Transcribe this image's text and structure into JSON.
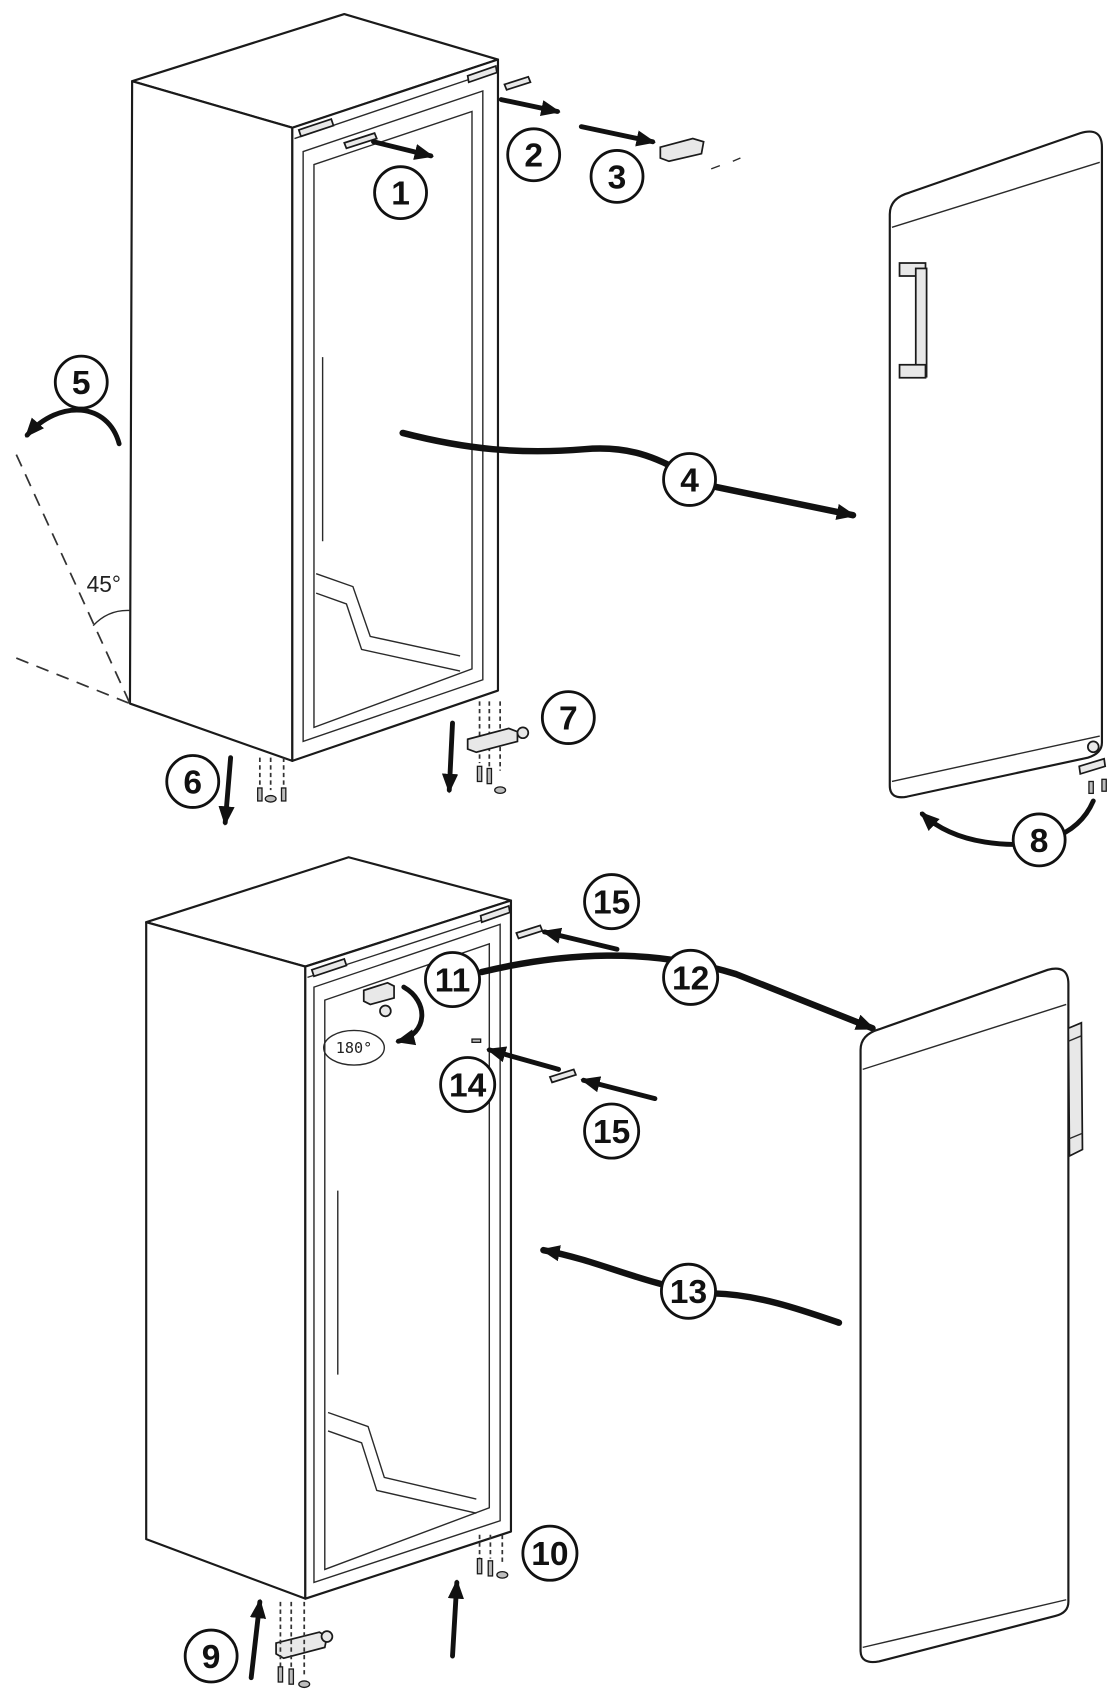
{
  "upper_assembly": {
    "step_labels": [
      "1",
      "2",
      "3",
      "4",
      "5",
      "6",
      "7",
      "8"
    ],
    "tilt_angle_label": "45°"
  },
  "lower_assembly": {
    "step_labels": [
      "9",
      "10",
      "11",
      "12",
      "13",
      "14",
      "15",
      "15"
    ],
    "rotation_angle_label": "180°"
  }
}
